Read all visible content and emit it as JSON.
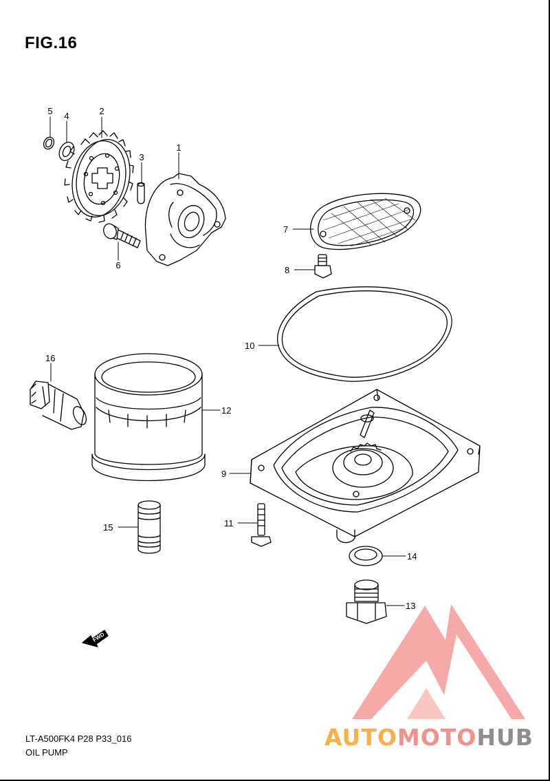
{
  "figure": {
    "title": "FIG.16"
  },
  "callouts": [
    {
      "num": "1"
    },
    {
      "num": "2"
    },
    {
      "num": "3"
    },
    {
      "num": "4"
    },
    {
      "num": "5"
    },
    {
      "num": "6"
    },
    {
      "num": "7"
    },
    {
      "num": "8"
    },
    {
      "num": "9"
    },
    {
      "num": "10"
    },
    {
      "num": "11"
    },
    {
      "num": "12"
    },
    {
      "num": "13"
    },
    {
      "num": "14"
    },
    {
      "num": "15"
    },
    {
      "num": "16"
    }
  ],
  "fwd_marker": "FWD",
  "footer": {
    "model_code": "LT-A500FK4 P28 P33_016",
    "section_name": "OIL PUMP"
  },
  "watermark": {
    "part1": "AUTO",
    "part2": "MOTO",
    "part3": "HUB",
    "colors": {
      "auto": "#f8b04a",
      "moto": "#f2908a",
      "hub": "#8e8e8e",
      "logo": "#f6a3a0"
    }
  }
}
